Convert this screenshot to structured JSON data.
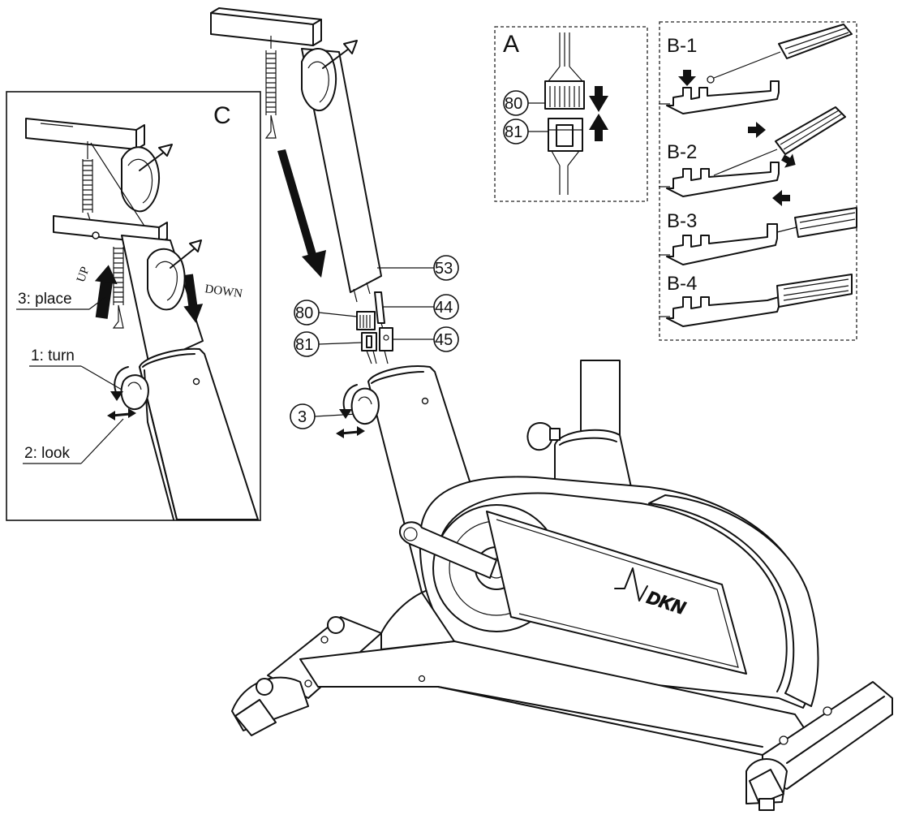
{
  "panel_a": {
    "label": "A",
    "parts": [
      "80",
      "81"
    ]
  },
  "panel_b": {
    "steps": [
      "B-1",
      "B-2",
      "B-3",
      "B-4"
    ]
  },
  "panel_c": {
    "label": "C",
    "steps": {
      "turn": "1: turn",
      "look": "2: look",
      "place": "3: place"
    },
    "directions": {
      "up": "UP",
      "down": "DOWN"
    }
  },
  "main": {
    "part_numbers": {
      "tube": "53",
      "conn_top": "80",
      "conn_bottom": "81",
      "wire": "44",
      "cable": "45",
      "knob": "3"
    },
    "brand_logo": "DKN"
  }
}
